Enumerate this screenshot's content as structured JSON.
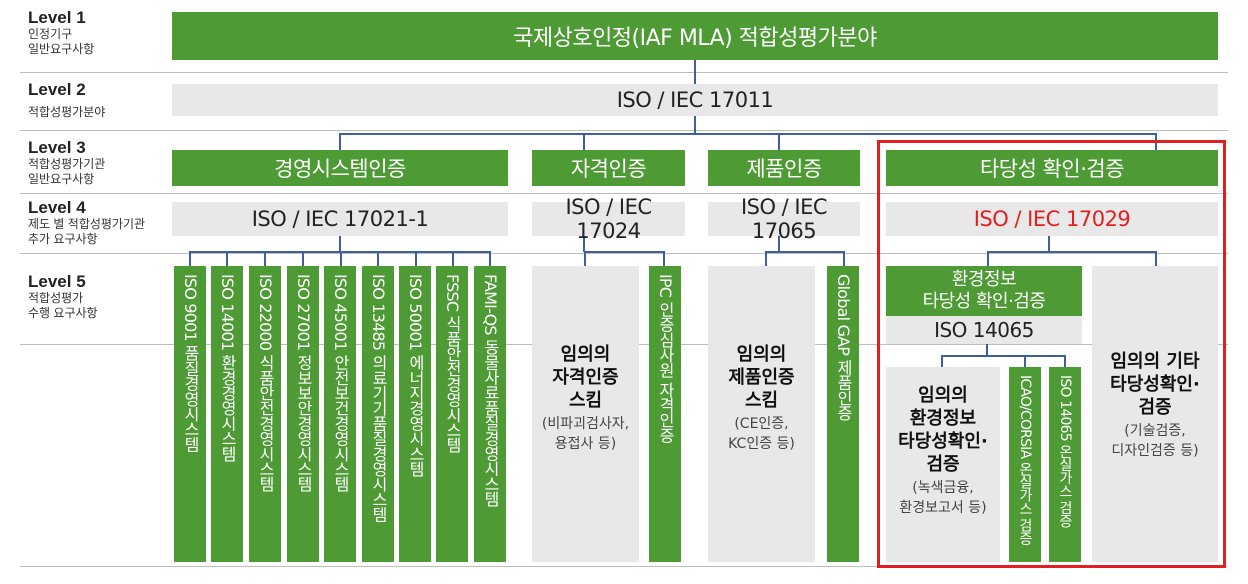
{
  "levels": [
    {
      "title": "Level 1",
      "sub1": "인정기구",
      "sub2": "일반요구사항"
    },
    {
      "title": "Level 2",
      "sub1": "적합성평가분야",
      "sub2": ""
    },
    {
      "title": "Level 3",
      "sub1": "적합성평가기관",
      "sub2": "일반요구사항"
    },
    {
      "title": "Level 4",
      "sub1": "제도 별 적합성평가기관",
      "sub2": "추가 요구사항"
    },
    {
      "title": "Level 5",
      "sub1": "적합성평가",
      "sub2": "수행 요구사항"
    }
  ],
  "level1": {
    "label": "국제상호인정(IAF MLA) 적합성평가분야"
  },
  "level2": {
    "label": "ISO / IEC 17011"
  },
  "level3": [
    {
      "label": "경영시스템인증"
    },
    {
      "label": "자격인증"
    },
    {
      "label": "제품인증"
    },
    {
      "label": "타당성 확인·검증"
    }
  ],
  "level4": [
    {
      "label": "ISO / IEC 17021-1"
    },
    {
      "label": "ISO / IEC 17024"
    },
    {
      "label": "ISO / IEC 17065"
    },
    {
      "label": "ISO / IEC 17029",
      "color": "#e02020"
    }
  ],
  "ms_schemes": [
    "ISO 9001 품질경영시스템",
    "ISO 14001 환경경영시스템",
    "ISO 22000 식품안전경영시스템",
    "ISO 27001 정보보안경영시스템",
    "ISO 45001 안전보건경영시스템",
    "ISO 13485 의료기기품질경영시스템",
    "ISO 50001 에너지경영시스템",
    "FSSC 식품안전경영시스템",
    "FAMI-QS 동물사료품질경영시스템"
  ],
  "personnel": {
    "any_title1": "임의의",
    "any_title2": "자격인증",
    "any_title3": "스킴",
    "any_note1": "(비파괴검사자,",
    "any_note2": "용접사 등)",
    "ipc": "IPC 인증심사원 자격인증"
  },
  "product": {
    "any_title1": "임의의",
    "any_title2": "제품인증",
    "any_title3": "스킴",
    "any_note1": "(CE인증,",
    "any_note2": "KC인증 등)",
    "gap": "Global GAP 제품인증"
  },
  "vv": {
    "env_title1": "환경정보",
    "env_title2": "타당성 확인·검증",
    "iso14065": "ISO 14065",
    "any_env1": "임의의",
    "any_env2": "환경정보",
    "any_env3": "타당성확인·",
    "any_env4": "검증",
    "any_env_note1": "(녹색금융,",
    "any_env_note2": "환경보고서 등)",
    "corsia": "ICAO/CORSIA 온실가스 검증",
    "iso14065_ghg": "ISO 14065 온실가스 검증",
    "other1": "임의의 기타",
    "other2": "타당성확인·",
    "other3": "검증",
    "other_note1": "(기술검증,",
    "other_note2": "디자인검증 등)"
  },
  "colors": {
    "green": "#4e9a34",
    "gray": "#e8e8e8",
    "connector": "#3f5f9e",
    "highlight": "#e02020"
  }
}
